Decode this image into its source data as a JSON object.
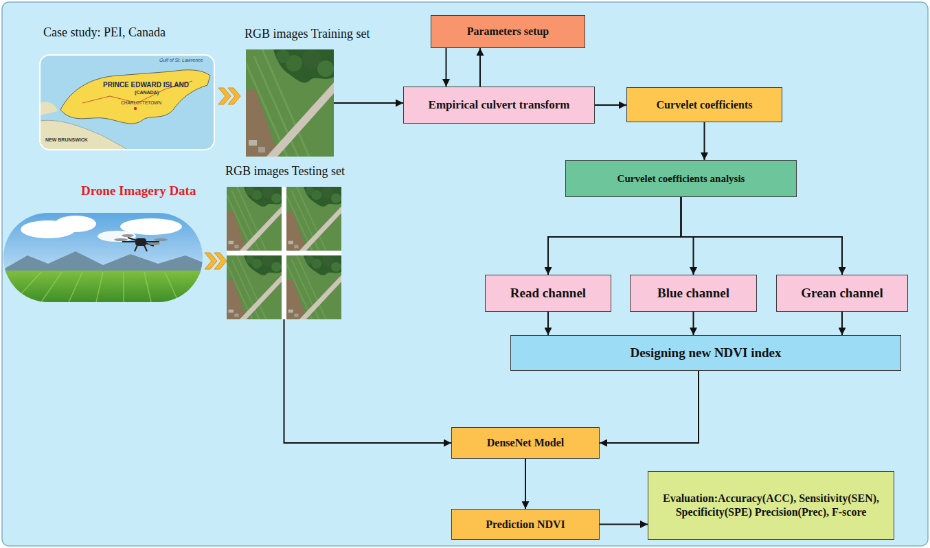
{
  "diagram": {
    "nodes": [
      {
        "text": [
          "RGB images Training set"
        ]
      },
      {
        "text": [
          "RGB images Testing set"
        ]
      },
      {
        "text": [
          "Parameters setup"
        ]
      },
      {
        "text": [
          "Empirical culvert transform"
        ]
      },
      {
        "text": [
          "Curvelet coefficients"
        ]
      },
      {
        "text": [
          "Curvelet coefficients analysis"
        ]
      },
      {
        "text": [
          "Read channel"
        ]
      },
      {
        "text": [
          "Blue channel"
        ]
      },
      {
        "text": [
          "Grean channel"
        ]
      },
      {
        "text": [
          "Designing new NDVI index"
        ]
      },
      {
        "text": [
          "DenseNet Model"
        ]
      },
      {
        "text": [
          "Prediction NDVI"
        ]
      },
      {
        "text": [
          "Evaluation:Accuracy(ACC), Sensitivity(SEN), Specificity(SPE) Precision(Prec), F-score"
        ]
      }
    ],
    "edges": [
      {
        "from": 0,
        "to": 3,
        "arrow": "to"
      },
      {
        "from": 2,
        "to": 3,
        "arrow": "to"
      },
      {
        "from": 3,
        "to": 2,
        "arrow": "to"
      },
      {
        "from": 3,
        "to": 4,
        "arrow": "to"
      },
      {
        "from": 4,
        "to": 5,
        "arrow": "to"
      },
      {
        "from": 5,
        "to": 6,
        "arrow": "to"
      },
      {
        "from": 5,
        "to": 7,
        "arrow": "to"
      },
      {
        "from": 5,
        "to": 8,
        "arrow": "to"
      },
      {
        "from": 6,
        "to": 9,
        "arrow": "to"
      },
      {
        "from": 7,
        "to": 9,
        "arrow": "to"
      },
      {
        "from": 8,
        "to": 9,
        "arrow": "to"
      },
      {
        "from": 1,
        "to": 10,
        "arrow": "to"
      },
      {
        "from": 9,
        "to": 10,
        "arrow": "to"
      },
      {
        "from": 10,
        "to": 11,
        "arrow": "to"
      },
      {
        "from": 11,
        "to": 12,
        "arrow": "to"
      }
    ],
    "labels": [
      "Case study: PEI, Canada",
      "Drone Imagery Data",
      "PRINCE EDWARD ISLAND",
      "(CANADA)",
      "CHARLOTTETOWN",
      "Gulf of St. Lawrence",
      "NEW BRUNSWICK"
    ]
  }
}
